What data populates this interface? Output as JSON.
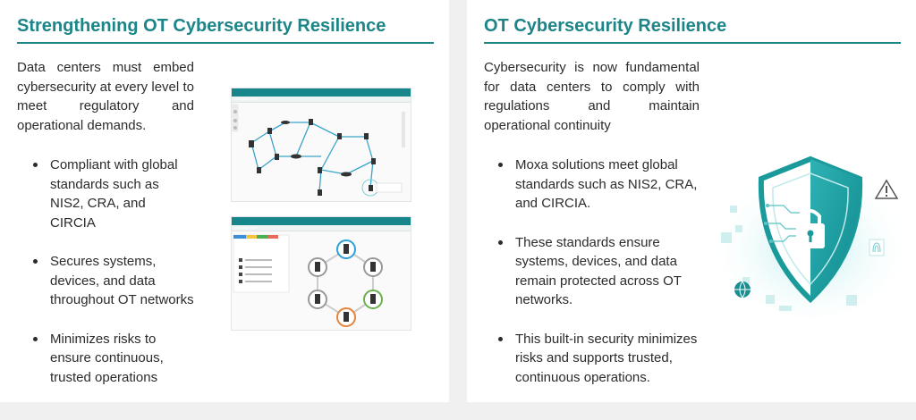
{
  "left": {
    "title": "Strengthening OT Cybersecurity Resilience",
    "intro": "Data centers must embed cybersecurity at every level to meet regulatory and operational demands.",
    "bullets": [
      "Compliant with global standards such as NIS2, CRA, and CIRCIA",
      "Secures systems, devices, and data throughout OT networks",
      "Minimizes risks to ensure continuous, trusted operations"
    ],
    "screenshot_app_title": "AIG door ONE"
  },
  "right": {
    "title": "OT Cybersecurity Resilience",
    "intro": "Cybersecurity is now fundamental for data centers to comply with regulations and maintain operational continuity",
    "bullets": [
      "Moxa solutions meet global standards such as NIS2, CRA, and CIRCIA.",
      "These standards ensure systems, devices, and data remain protected across OT networks.",
      "This built-in security minimizes risks and supports trusted, continuous operations."
    ]
  },
  "colors": {
    "accent": "#1d8587",
    "text": "#2b2b2b",
    "background": "#f0f0f0"
  },
  "icons": [
    "shield-icon",
    "padlock-icon",
    "warning-icon",
    "globe-icon",
    "fingerprint-icon"
  ]
}
